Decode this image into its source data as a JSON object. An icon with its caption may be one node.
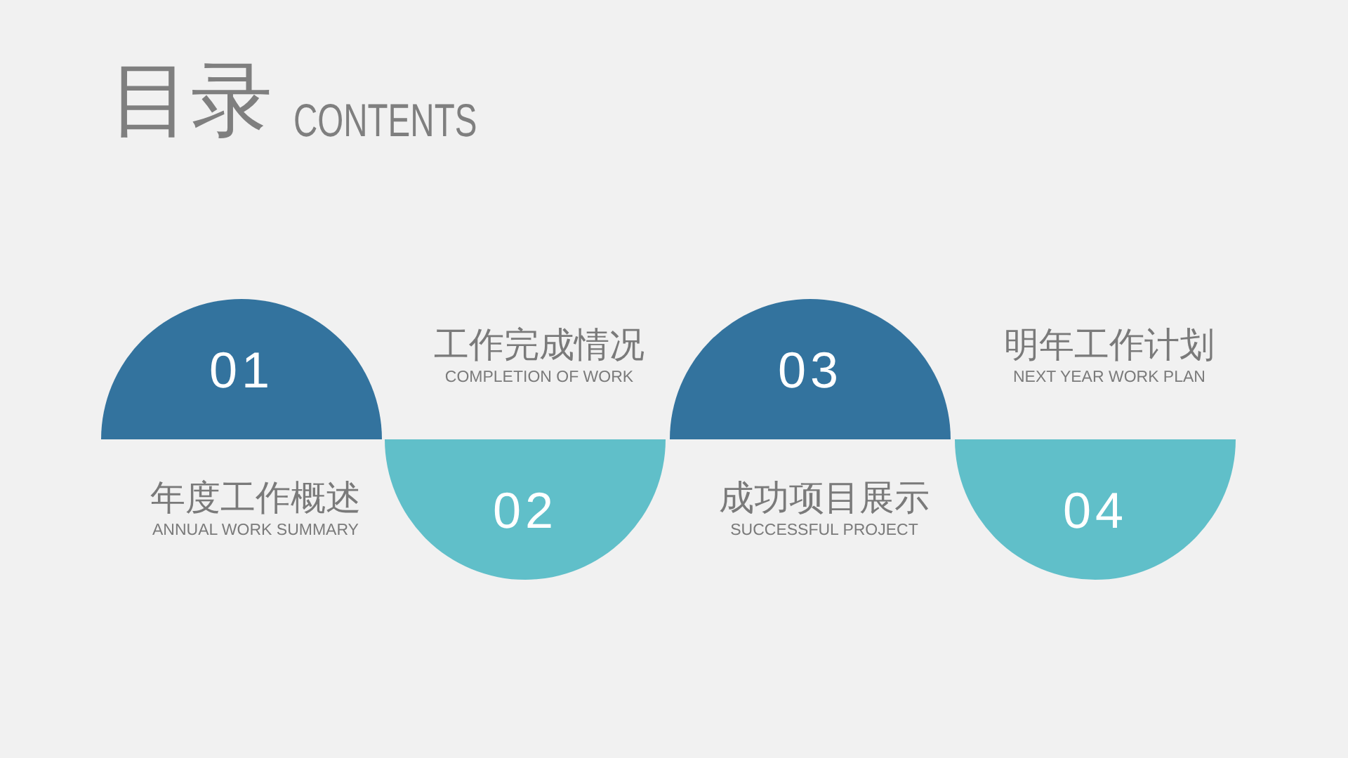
{
  "diagram": {
    "title": "目录",
    "nodes": [
      {
        "text": [
          "01"
        ],
        "beside": [
          "年度工作概述",
          "ANNUAL WORK SUMMARY"
        ]
      },
      {
        "text": [
          "02"
        ],
        "beside": [
          "工作完成情况",
          "COMPLETION OF WORK"
        ]
      },
      {
        "text": [
          "03"
        ],
        "beside": [
          "成功项目展示",
          "SUCCESSFUL PROJECT"
        ]
      },
      {
        "text": [
          "04"
        ],
        "beside": [
          "明年工作计划",
          "NEXT YEAR WORK PLAN"
        ]
      }
    ],
    "labels": [
      "CONTENTS"
    ]
  }
}
